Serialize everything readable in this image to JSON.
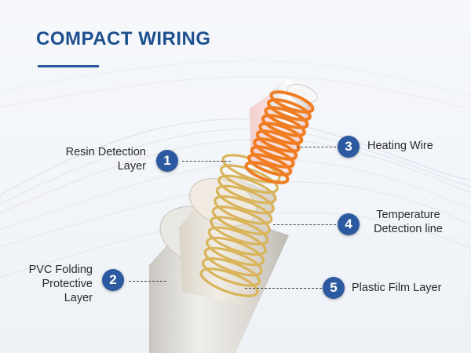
{
  "title": "COMPACT WIRING",
  "colors": {
    "title": "#1d4f8f",
    "badge": "#2b5aa0",
    "underline": "#2b5aa0",
    "heating_wire": "#f07d22",
    "gold_wire": "#d9b45a",
    "sheath": "#e4e2dd"
  },
  "callouts": [
    {
      "number": "1",
      "lines": [
        "Resin Detection",
        "Layer"
      ]
    },
    {
      "number": "2",
      "lines": [
        "PVC Folding",
        "Protective",
        "Layer"
      ]
    },
    {
      "number": "3",
      "lines": [
        "Heating Wire"
      ]
    },
    {
      "number": "4",
      "lines": [
        "Temperature",
        "Detection line"
      ]
    },
    {
      "number": "5",
      "lines": [
        "Plastic Film Layer"
      ]
    }
  ]
}
